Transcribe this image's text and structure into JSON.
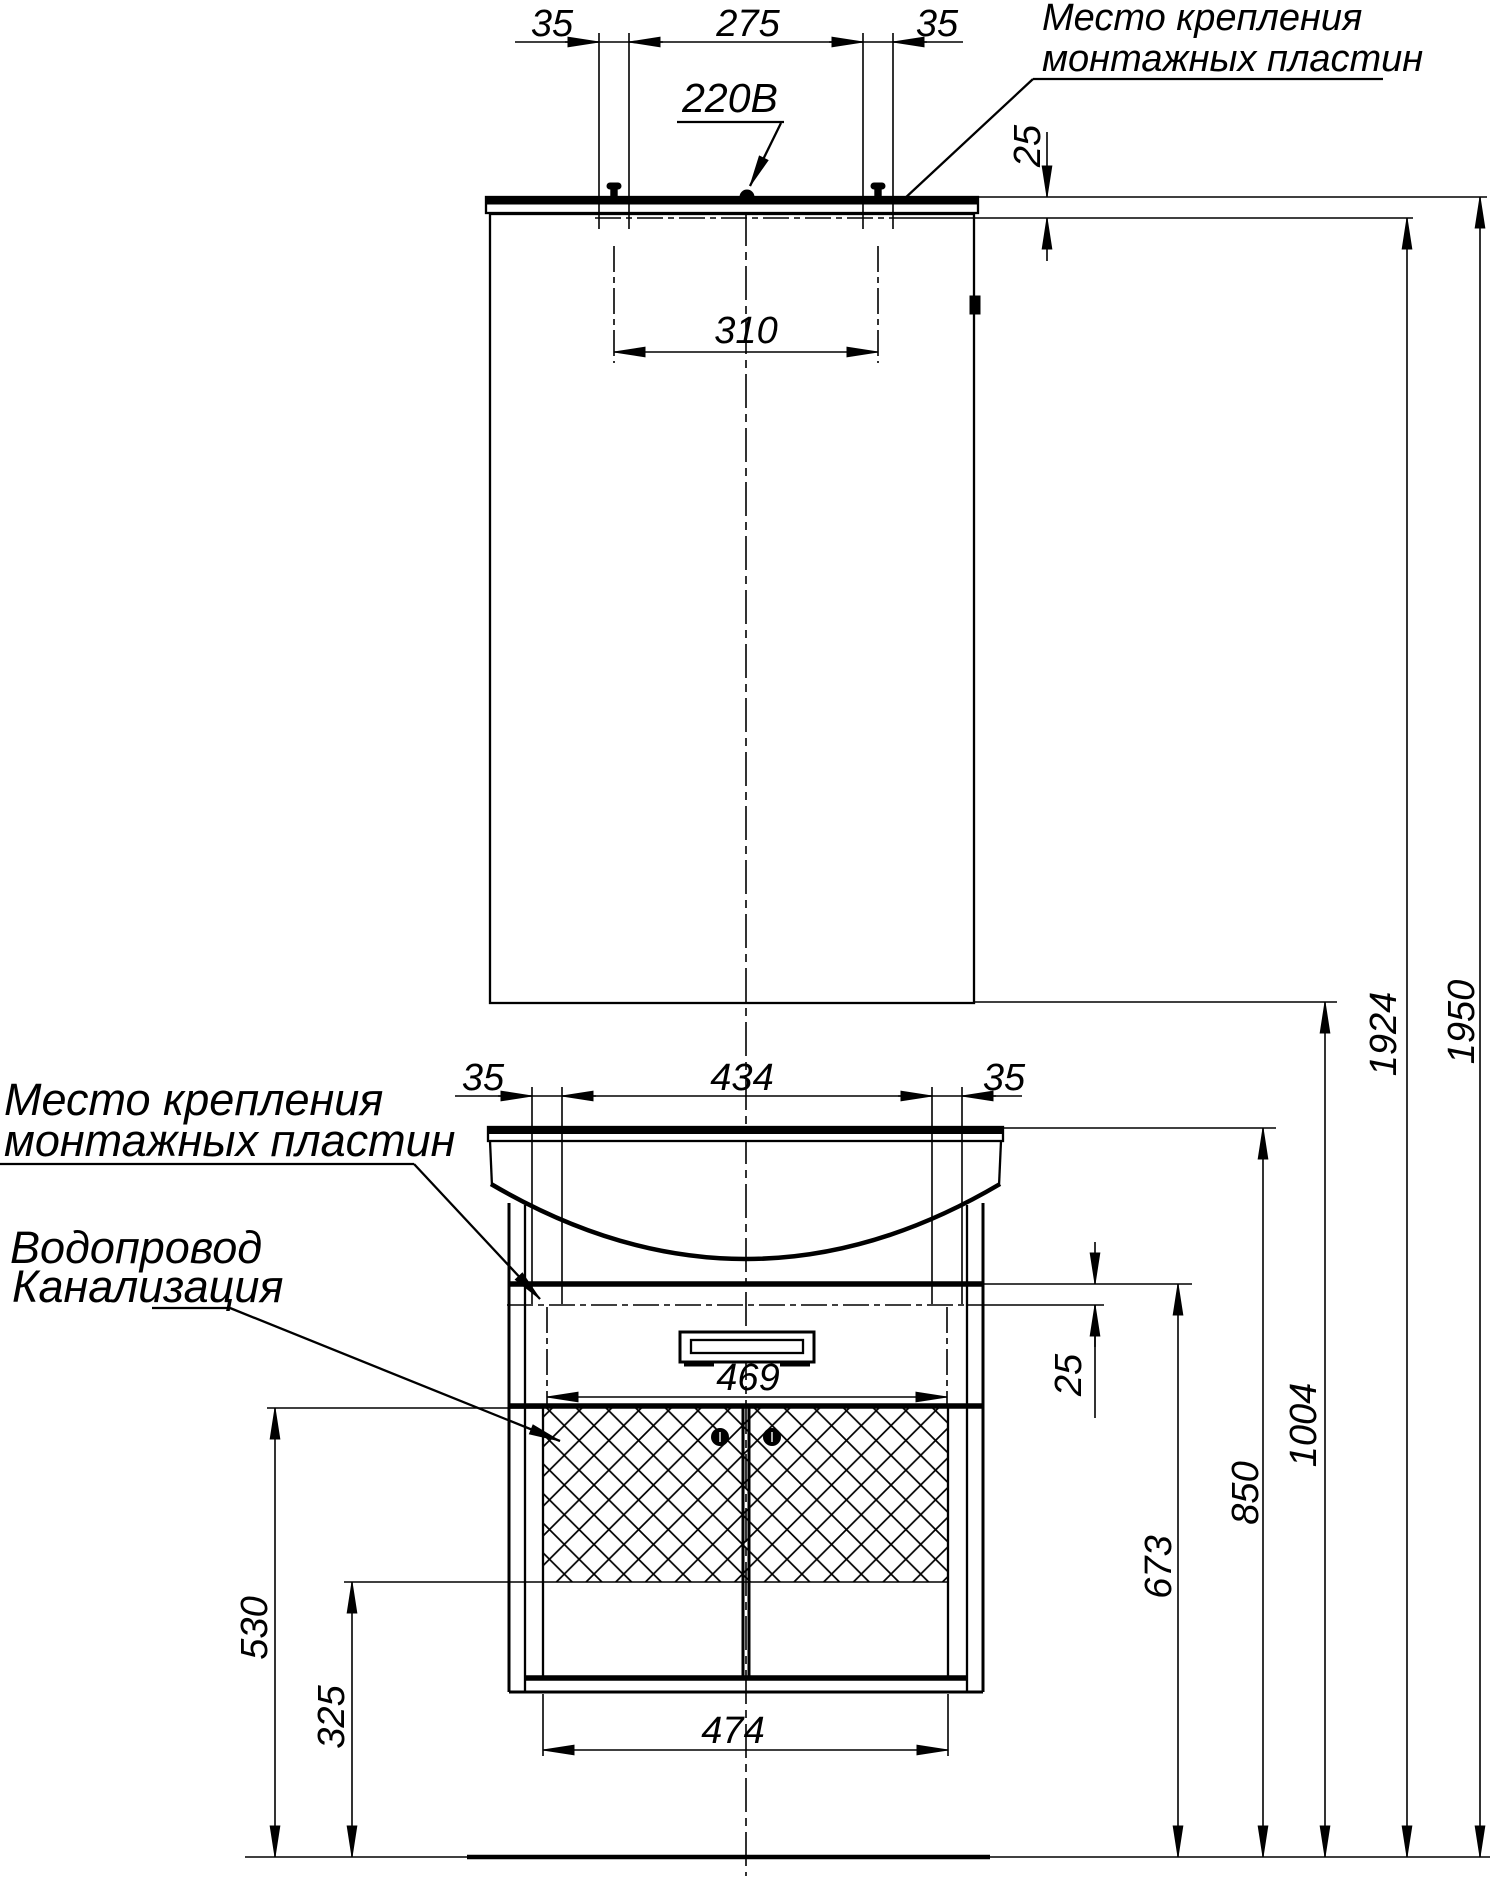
{
  "colors": {
    "ink": "#000000",
    "paper": "#ffffff"
  },
  "labels": {
    "power": "220В",
    "mounting_plates_top_1": "Место крепления",
    "mounting_plates_top_2": "монтажных пластин",
    "mounting_plates_left_1": "Место крепления",
    "mounting_plates_left_2": "монтажных пластин",
    "plumbing_1": "Водопровод",
    "plumbing_2": "Канализация"
  },
  "dimensions": {
    "top_plate_width_left": "35",
    "top_plate_gap": "275",
    "top_plate_width_right": "35",
    "top_screw_spacing": "310",
    "top_offset": "25",
    "bottom_plate_width_left": "35",
    "bottom_plate_gap": "434",
    "bottom_plate_width_right": "35",
    "bottom_plate_spacing": "469",
    "bottom_offset": "25",
    "hatch_zone_top": "530",
    "hatch_zone_bottom": "325",
    "doors_width": "474",
    "cabinet_top_height": "673",
    "worktop_height": "850",
    "mirror_bottom_height": "1004",
    "plate_axis_height": "1924",
    "overall_height": "1950"
  }
}
